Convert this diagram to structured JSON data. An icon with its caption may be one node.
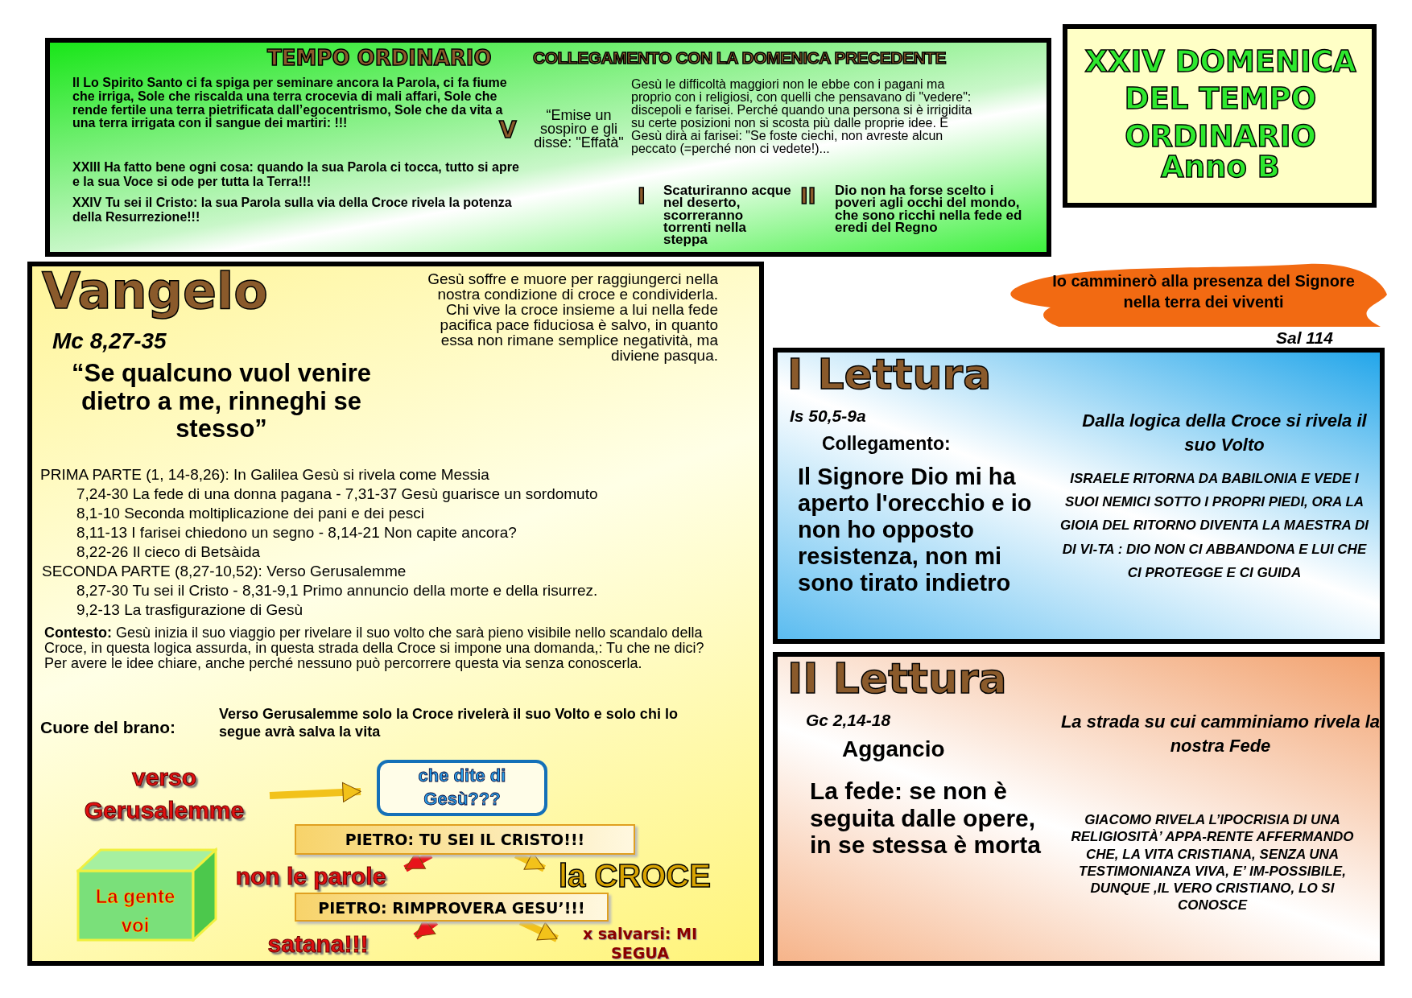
{
  "diagram": {
    "nodes": [
      {
        "text": [
          "TEMPO ORDINARIO",
          "COLLEGAMENTO CON LA DOMENICA PRECEDENTE",
          "Il Lo Spirito Santo ci fa spiga per seminare ancora la Parola, ci fa fiume che irriga, Sole che riscalda una terra crocevia di mali affari, Sole che rende fertile  una terra pietrificata dall’egocentrismo, Sole che da vita a una terra irrigata con il sangue dei martiri: !!!",
          "V",
          "“Emise un sospiro e gli disse: \"Effatà\"",
          "Gesù le difficoltà maggiori non le ebbe con i pagani ma proprio con i religiosi, con quelli che pensavano di \"vedere\": discepoli e farisei. Perché quando una persona si è irrigidita su certe posizioni non si scosta più dalle proprie idee. E Gesù dirà ai farisei: \"Se foste ciechi, non avreste alcun peccato (=perché non ci vedete!)...",
          "XXIII Ha fatto bene ogni cosa: quando la sua Parola ci tocca, tutto si apre e la sua Voce si ode per tutta la Terra!!!",
          "XXIV Tu sei il Cristo: la sua Parola sulla via della Croce rivela la potenza della Resurrezione!!!",
          "I",
          "Scaturiranno acque nel deserto, scorreranno torrenti nella steppa",
          "II",
          "Dio non ha forse scelto i poveri agli occhi del mondo, che sono ricchi nella fede ed eredi del Regno"
        ]
      },
      {
        "text": [
          "XXIV DOMENICA DEL TEMPO ORDINARIO",
          "Anno B"
        ]
      },
      {
        "text": [
          "Vangelo",
          "Mc 8,27-35",
          "“Se qualcuno vuol venire dietro a me, rinneghi se stesso”",
          "Gesù soffre e muore per raggiungerci nella nostra condizione di croce e condividerla. Chi vive la croce insieme a lui nella fede pacifica pace fiduciosa è salvo, in quanto essa non rimane semplice negatività, ma diviene pasqua.",
          "PRIMA PARTE (1, 14-8,26): In Galilea Gesù si rivela come Messia",
          "7,24-30 La fede di una donna pagana - 7,31-37 Gesù guarisce un sordomuto",
          "8,1-10 Seconda moltiplicazione dei pani e dei pesci",
          "8,11-13 I farisei chiedono un segno - 8,14-21 Non capite ancora?",
          "8,22-26 Il cieco di Betsàida",
          "SECONDA PARTE (8,27-10,52): Verso Gerusalemme",
          "8,27-30 Tu sei il Cristo - 8,31-9,1 Primo annuncio della morte e della risurrez.",
          "9,2-13 La trasfigurazione di Gesù",
          "**Contesto:**  Gesù inizia il suo viaggio per rivelare il suo volto che sarà pieno visibile nello scandalo della Croce, in questa logica assurda, in questa strada della Croce si impone una domanda,: Tu che ne dici? Per avere le idee chiare, anche perché nessuno può percorrere questa via senza conoscerla.",
          "Cuore del brano:",
          "Verso Gerusalemme solo la Croce rivelerà il suo Volto e solo chi lo segue avrà salva la vita"
        ]
      },
      {
        "text": [
          "verso Gerusalemme"
        ],
        "in": 2
      },
      {
        "text": [
          "che dite di Gesù???"
        ],
        "in": 2
      },
      {
        "text": [
          "PIETRO: TU SEI IL CRISTO!!!"
        ],
        "in": 2
      },
      {
        "text": [
          "La gente voi"
        ],
        "in": 2
      },
      {
        "text": [
          "non le parole"
        ],
        "in": 2
      },
      {
        "text": [
          "la CROCE"
        ],
        "in": 2
      },
      {
        "text": [
          "PIETRO: RIMPROVERA GESU’!!!"
        ],
        "in": 2
      },
      {
        "text": [
          "satana!!!"
        ],
        "in": 2
      },
      {
        "text": [
          "x salvarsi: MI SEGUA"
        ],
        "in": 2
      },
      {
        "text": [
          "Io camminerò alla presenza del Signore nella terra dei viventi"
        ],
        "beside": [
          "Sal 114"
        ]
      },
      {
        "text": [
          "I Lettura",
          "Is 50,5-9a",
          "Collegamento:",
          "Il Signore Dio mi ha aperto l'orecchio e io non ho opposto resistenza, non mi sono tirato indietro",
          "Dalla logica della Croce si rivela il suo Volto",
          "ISRAELE RITORNA DA BABILONIA E VEDE I SUOI NEMICI SOTTO I PROPRI PIEDI, ORA LA GIOIA DEL RITORNO DIVENTA LA MAESTRA DI DI VI-TA : DIO NON CI ABBANDONA E LUI CHE CI PROTEGGE E CI GUIDA"
        ]
      },
      {
        "text": [
          "II Lettura",
          "Gc 2,14-18",
          "Aggancio",
          "La fede: se non è seguita dalle opere, in se stessa è morta",
          "La strada su cui camminiamo rivela la nostra Fede",
          "GIACOMO RIVELA L’IPOCRISIA DI UNA RELIGIOSITÀ’ APPA-RENTE AFFERMANDO CHE, LA VITA CRISTIANA, SENZA UNA TESTIMONIANZA VIVA, E’ IM-POSSIBILE, DUNQUE ,IL VERO CRISTIANO, LO SI CONOSCE"
        ]
      }
    ],
    "edges": [
      {
        "from": 3,
        "to": 4,
        "arrow": "to"
      },
      {
        "from": 5,
        "to": 7,
        "arrow": "to",
        "color": "#e8141b"
      },
      {
        "from": 5,
        "to": 8,
        "arrow": "to"
      },
      {
        "from": 9,
        "to": 10,
        "arrow": "to",
        "color": "#e8141b"
      },
      {
        "from": 9,
        "to": 11,
        "arrow": "to"
      }
    ]
  }
}
